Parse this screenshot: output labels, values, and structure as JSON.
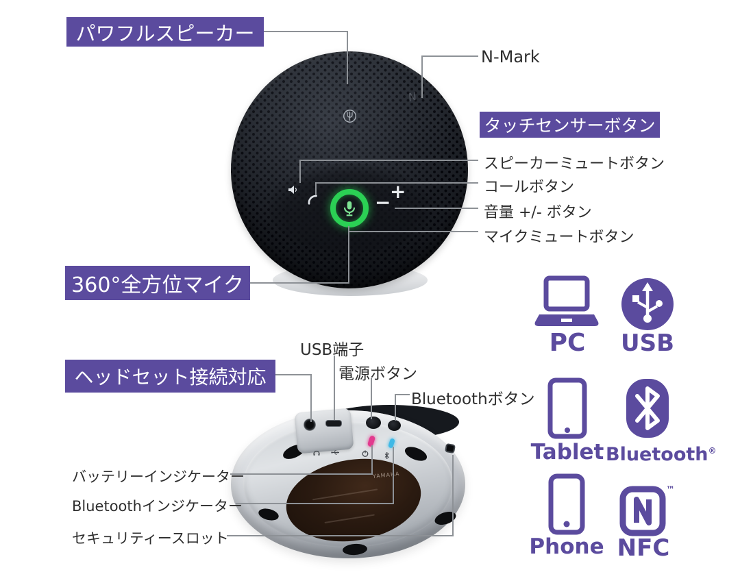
{
  "colors": {
    "accent_purple": "#5b4b9e",
    "leader_gray": "#8d9196",
    "mic_ring_green": "#2bd054",
    "battery_led_pink": "#e23a8e",
    "bluetooth_led_blue": "#3fb9e6",
    "device_top_black": "#1b1e24",
    "device_bottom_silver": "#c6cacf"
  },
  "top_view": {
    "powerful_speaker_label": "パワフルスピーカー",
    "n_mark_label": "N-Mark",
    "touch_sensor_label": "タッチセンサーボタン",
    "button_labels": {
      "speaker_mute": "スピーカーミュートボタン",
      "call": "コールボタン",
      "volume": "音量 +/- ボタン",
      "mic_mute": "マイクミュートボタン"
    },
    "mic_360_label": "360°全方位マイク",
    "volume_plus_symbol": "+",
    "volume_minus_symbol": "−"
  },
  "bottom_view": {
    "headset_label": "ヘッドセット接続対応",
    "usb_port_label": "USB端子",
    "power_button_label": "電源ボタン",
    "bluetooth_button_label": "Bluetoothボタン",
    "battery_indicator_label": "バッテリーインジケーター",
    "bluetooth_indicator_label": "Bluetoothインジケーター",
    "security_slot_label": "セキュリティースロット",
    "brand": "YAMAHA"
  },
  "connectivity": {
    "items": [
      {
        "name": "pc",
        "label": "PC"
      },
      {
        "name": "usb",
        "label": "USB"
      },
      {
        "name": "tablet",
        "label": "Tablet"
      },
      {
        "name": "bluetooth",
        "label": "Bluetooth",
        "mark": "®"
      },
      {
        "name": "phone",
        "label": "Phone"
      },
      {
        "name": "nfc",
        "label": "NFC",
        "mark": "™"
      }
    ]
  }
}
